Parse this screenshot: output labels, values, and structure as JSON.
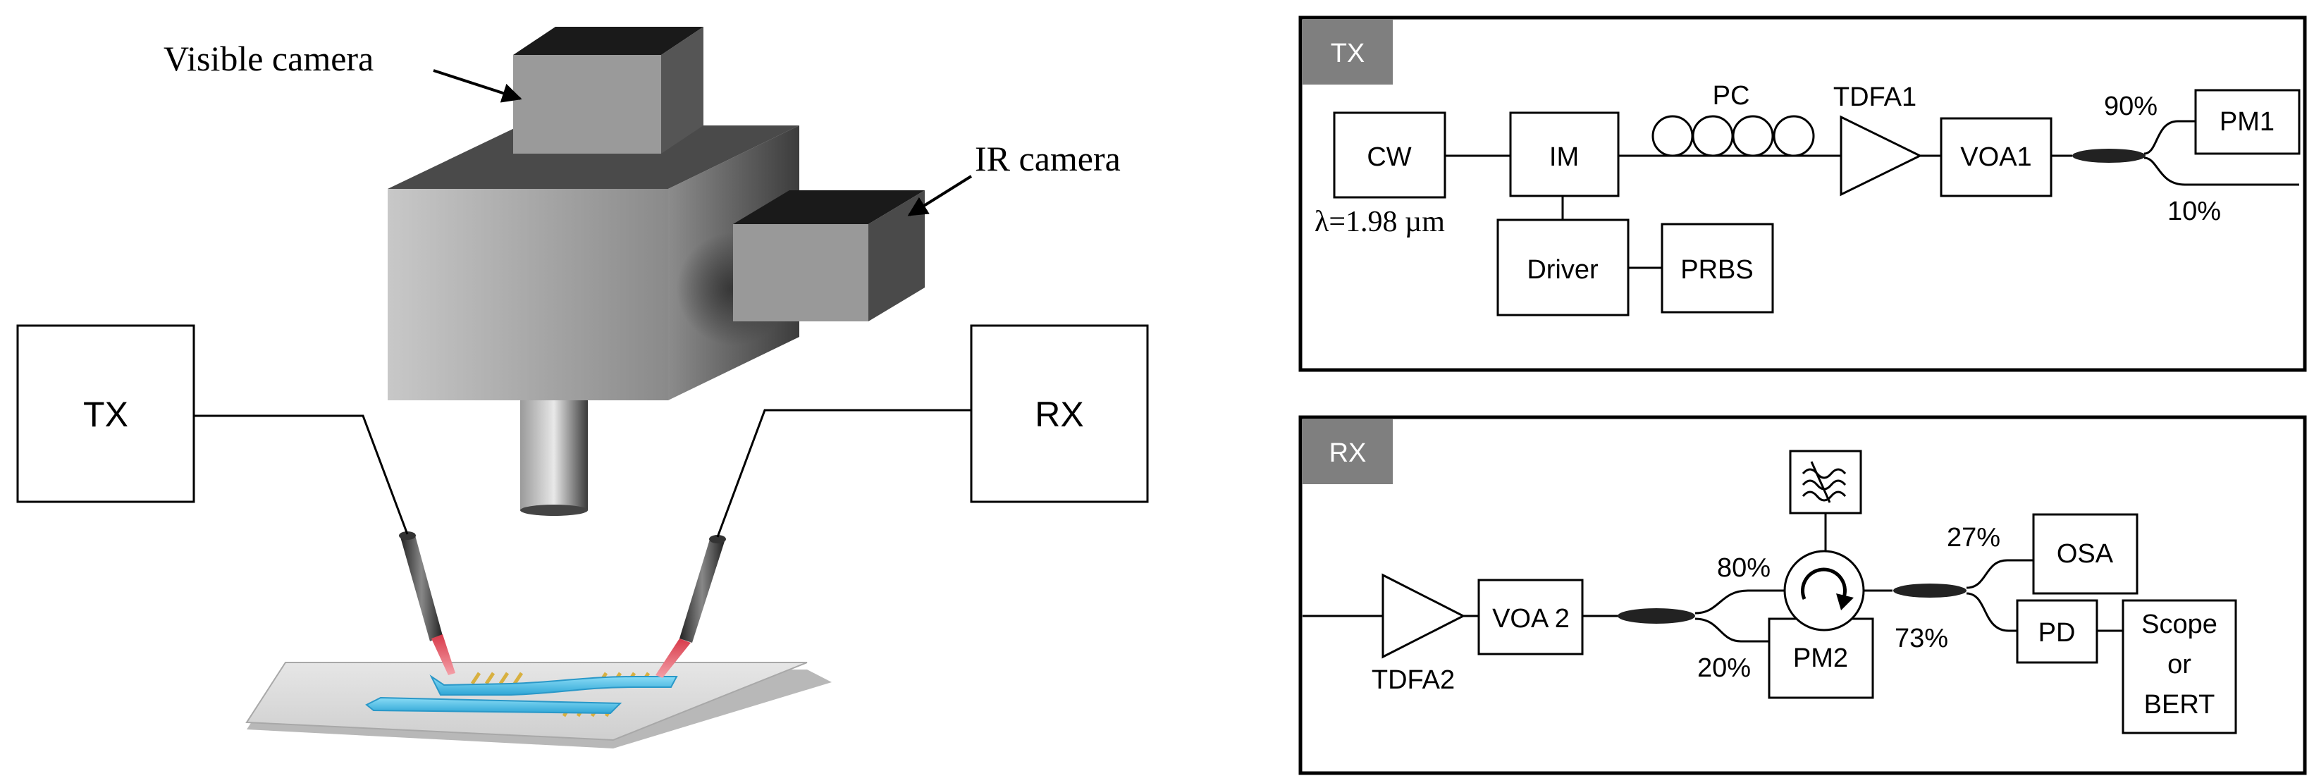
{
  "setup": {
    "visible_camera_label": "Visible camera",
    "ir_camera_label": "IR camera",
    "tx_label": "TX",
    "rx_label": "RX"
  },
  "tx_panel": {
    "tag": "TX",
    "cw": "CW",
    "wavelength": "λ=1.98 µm",
    "im": "IM",
    "driver": "Driver",
    "prbs": "PRBS",
    "pc": "PC",
    "tdfa": "TDFA1",
    "voa": "VOA1",
    "pm": "PM1",
    "split_90": "90%",
    "split_10": "10%"
  },
  "rx_panel": {
    "tag": "RX",
    "tdfa": "TDFA2",
    "voa": "VOA 2",
    "pm": "PM2",
    "split_80": "80%",
    "split_20": "20%",
    "split_27": "27%",
    "split_73": "73%",
    "osa": "OSA",
    "pd": "PD",
    "scope_line1": "Scope",
    "scope_line2": "or",
    "scope_line3": "BERT"
  },
  "colors": {
    "panel_tag": "#7f7f7f",
    "probe_tip": "#d83a4a",
    "waveguide": "#4fc3e8",
    "electrode": "#d8b040"
  }
}
